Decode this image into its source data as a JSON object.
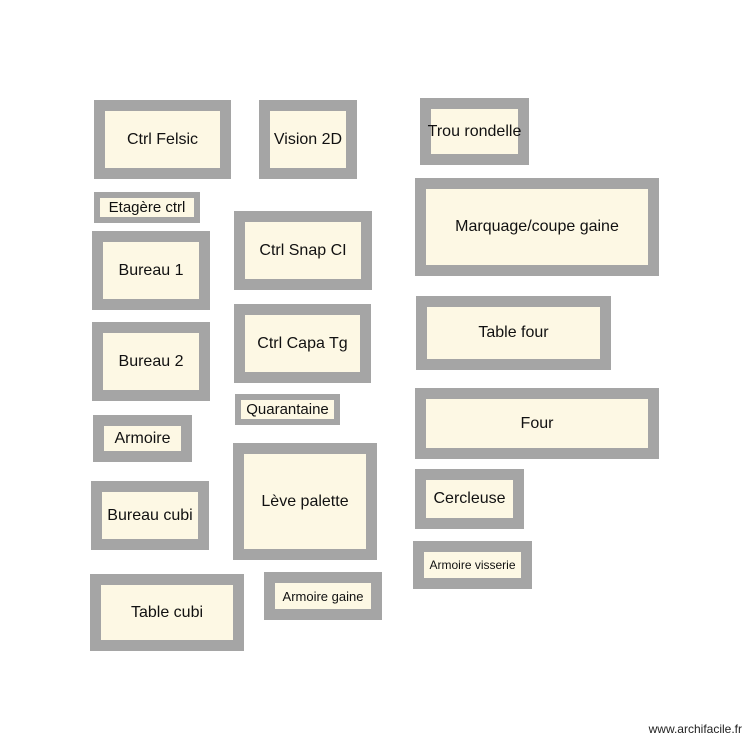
{
  "rooms": [
    {
      "label": "Ctrl Felsic"
    },
    {
      "label": "Vision 2D"
    },
    {
      "label": "Trou rondelle"
    },
    {
      "label": "Etagère ctrl"
    },
    {
      "label": "Marquage/coupe gaine"
    },
    {
      "label": "Bureau 1"
    },
    {
      "label": "Ctrl Snap CI"
    },
    {
      "label": "Table four"
    },
    {
      "label": "Bureau 2"
    },
    {
      "label": "Ctrl Capa Tg"
    },
    {
      "label": "Quarantaine"
    },
    {
      "label": "Four"
    },
    {
      "label": "Armoire"
    },
    {
      "label": "Lève palette"
    },
    {
      "label": "Cercleuse"
    },
    {
      "label": "Bureau cubi"
    },
    {
      "label": "Armoire visserie"
    },
    {
      "label": "Armoire gaine"
    },
    {
      "label": "Table cubi"
    }
  ],
  "footer": {
    "watermark": "www.archifacile.fr"
  }
}
